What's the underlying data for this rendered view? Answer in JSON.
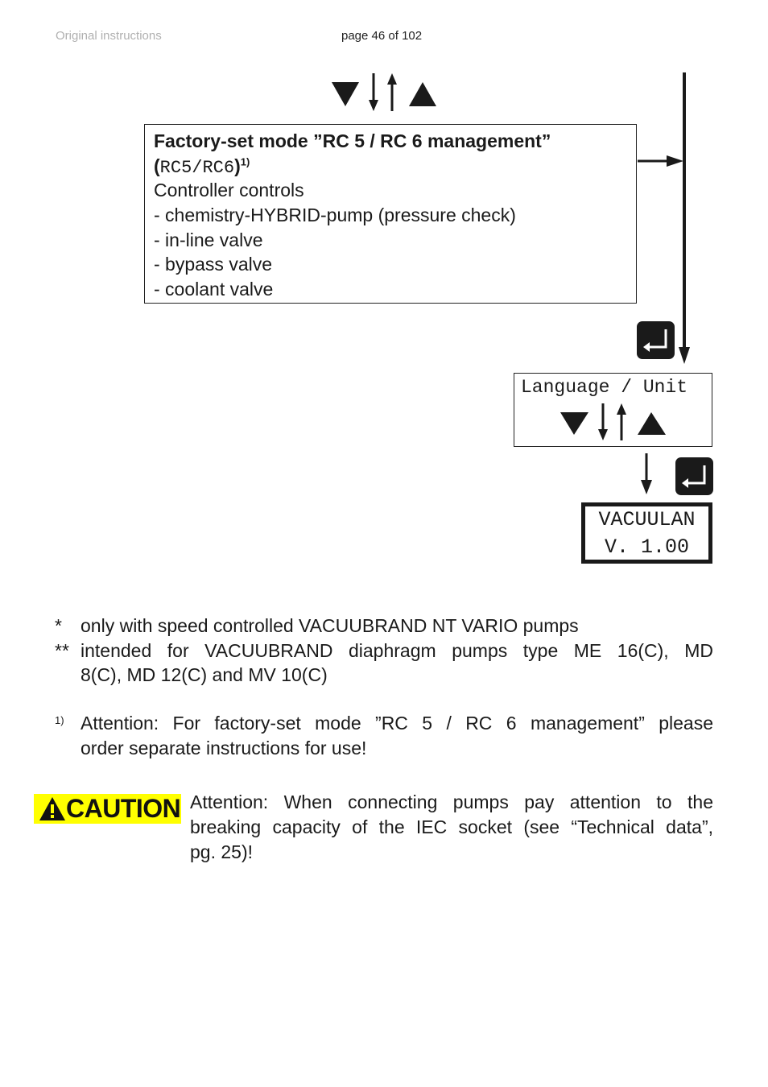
{
  "header": {
    "left": "Original instructions",
    "center": "page 46 of 102"
  },
  "mode_box": {
    "title": "Factory-set mode ”RC 5 / RC 6 management”",
    "code_open": "(",
    "code": "RC5/RC6",
    "code_close": ")",
    "code_sup": "1)",
    "subtitle": "Controller controls",
    "items": [
      "-  chemistry-HYBRID-pump (pressure check)",
      "-  in-line valve",
      "-  bypass valve",
      "-  coolant valve"
    ]
  },
  "language_box": {
    "label": "Language / Unit"
  },
  "lcd": {
    "line1": "VACUULAN",
    "line2": "V. 1.00"
  },
  "notes": {
    "n1_mark": "*",
    "n1_text": "only with speed controlled VACUUBRAND NT VARIO pumps",
    "n2_mark": "**",
    "n2_line1": "intended for VACUUBRAND diaphragm pumps type ME 16(C), MD",
    "n2_line2": "8(C), MD 12(C) and MV 10(C)",
    "n3_mark": "1)",
    "n3_line1": "Attention: For factory-set mode ”RC 5 / RC 6 management” please",
    "n3_line2": "order separate instructions for use!"
  },
  "caution": {
    "badge": "CAUTION",
    "line1": "Attention: When connecting pumps pay attention to the",
    "line2": "breaking capacity of the IEC socket (see “Technical data”,",
    "line3": "pg. 25)!"
  },
  "icons": [
    "down-triangle-icon",
    "down-arrow-icon",
    "up-arrow-icon",
    "up-triangle-icon",
    "enter-key-icon",
    "warning-triangle-icon"
  ],
  "colors": {
    "caution_yellow": "#ffff00",
    "text": "#1a1a1a",
    "header_gray": "#b0b0b0"
  }
}
